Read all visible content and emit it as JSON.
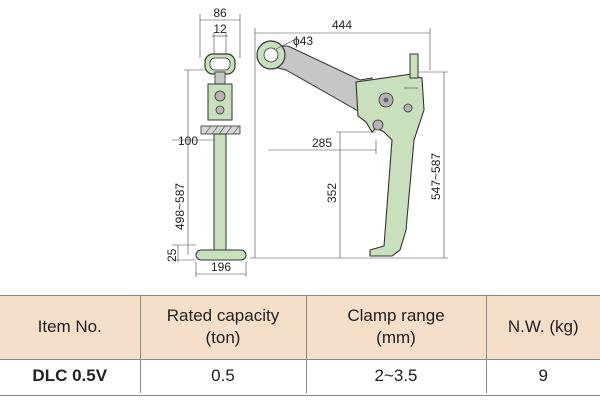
{
  "colors": {
    "clamp_body": "#c9e0bd",
    "arm": "#c6c6c6",
    "table_header": "#f5dfc8"
  },
  "dimensions": {
    "side_width": "86",
    "side_eye": "12",
    "side_plate": "100",
    "side_height": "498~587",
    "side_foot_height": "25",
    "side_foot_width": "196",
    "front_width": "444",
    "front_hole": "ϕ43",
    "front_reach": "285",
    "front_depth": "352",
    "front_height": "547~587"
  },
  "table": {
    "headers": [
      "Item No.",
      "Rated capacity\n(ton)",
      "Clamp range\n(mm)",
      "N.W. (kg)"
    ],
    "row": {
      "item_no": "DLC 0.5V",
      "rated_capacity": "0.5",
      "clamp_range": "2~3.5",
      "net_weight": "9"
    }
  }
}
